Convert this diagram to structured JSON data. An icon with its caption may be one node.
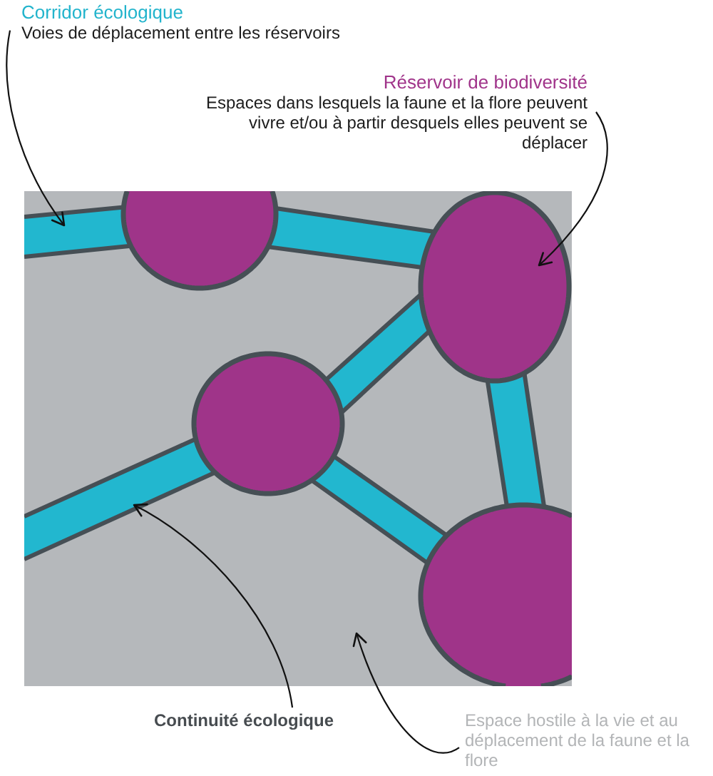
{
  "diagram": {
    "nodes": [
      {
        "text": [
          "Corridor écologique",
          "Voies de déplacement entre les réservoirs"
        ]
      },
      {
        "text": [
          "Réservoir de biodiversité",
          "Espaces dans lesquels la faune et la flore peuvent vivre et/ou à partir desquels elles peuvent se déplacer"
        ]
      },
      {
        "text": [],
        "shape": "box"
      },
      {
        "text": [],
        "shape": "circle",
        "in": 2
      },
      {
        "text": [],
        "shape": "circle",
        "in": 2
      },
      {
        "text": [],
        "shape": "circle",
        "in": 2
      },
      {
        "text": [],
        "shape": "circle",
        "in": 2
      },
      {
        "text": [],
        "shape": "bar",
        "in": 2
      },
      {
        "text": [],
        "shape": "bar",
        "in": 2
      },
      {
        "text": [],
        "shape": "bar",
        "in": 2
      },
      {
        "text": [],
        "shape": "bar",
        "in": 2
      },
      {
        "text": [],
        "shape": "bar",
        "in": 2
      },
      {
        "text": [],
        "shape": "bar",
        "in": 2
      },
      {
        "text": [
          "Continuité écologique"
        ]
      },
      {
        "text": [
          "Espace hostile à la vie et au déplacement de la faune et la flore"
        ]
      }
    ],
    "edges": [
      {
        "from": 0,
        "to": 7,
        "arrow": "to"
      },
      {
        "from": 1,
        "to": 4,
        "arrow": "to"
      },
      {
        "from": 13,
        "to": 11,
        "arrow": "to"
      },
      {
        "from": 14,
        "to": 2,
        "arrow": "to"
      }
    ]
  }
}
